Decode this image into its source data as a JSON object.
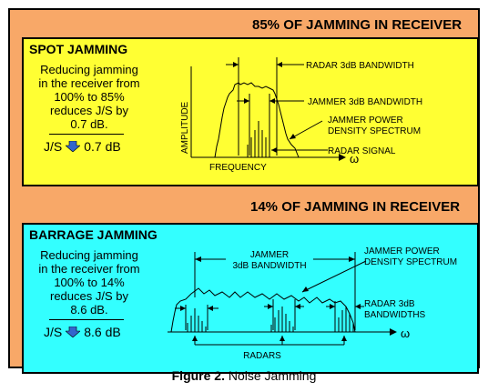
{
  "top_header": "85% OF JAMMING IN RECEIVER",
  "middle_header": "14% OF JAMMING IN RECEIVER",
  "spot": {
    "title": "SPOT JAMMING",
    "desc_lines": [
      "Reducing jamming",
      "in the receiver from",
      "100% to 85%",
      "reduces J/S by",
      "0.7 dB."
    ],
    "js_label": "J/S",
    "js_value": "0.7 dB",
    "labels": {
      "radar_bw": "RADAR 3dB BANDWIDTH",
      "jammer_bw": "JAMMER 3dB BANDWIDTH",
      "jammer_psd_1": "JAMMER POWER",
      "jammer_psd_2": "DENSITY SPECTRUM",
      "radar_signal": "RADAR SIGNAL",
      "amplitude": "AMPLITUDE",
      "frequency": "FREQUENCY",
      "omega": "ω"
    }
  },
  "barrage": {
    "title": "BARRAGE JAMMING",
    "desc_lines": [
      "Reducing jamming",
      "in the receiver from",
      "100% to 14%",
      "reduces J/S by",
      "8.6 dB."
    ],
    "js_label": "J/S",
    "js_value": "8.6  dB",
    "labels": {
      "jammer_bw_1": "JAMMER",
      "jammer_bw_2": "3dB BANDWIDTH",
      "jammer_psd_1": "JAMMER POWER",
      "jammer_psd_2": "DENSITY SPECTRUM",
      "radar_bws_1": "RADAR 3dB",
      "radar_bws_2": "BANDWIDTHS",
      "radars": "RADARS",
      "omega": "ω"
    }
  },
  "caption": {
    "label": "Figure 2.",
    "text": "Noise Jamming"
  },
  "colors": {
    "outer": "#f8a868",
    "spot_panel": "#ffff33",
    "barrage_panel": "#33ffff",
    "arrow": "#3366cc"
  }
}
